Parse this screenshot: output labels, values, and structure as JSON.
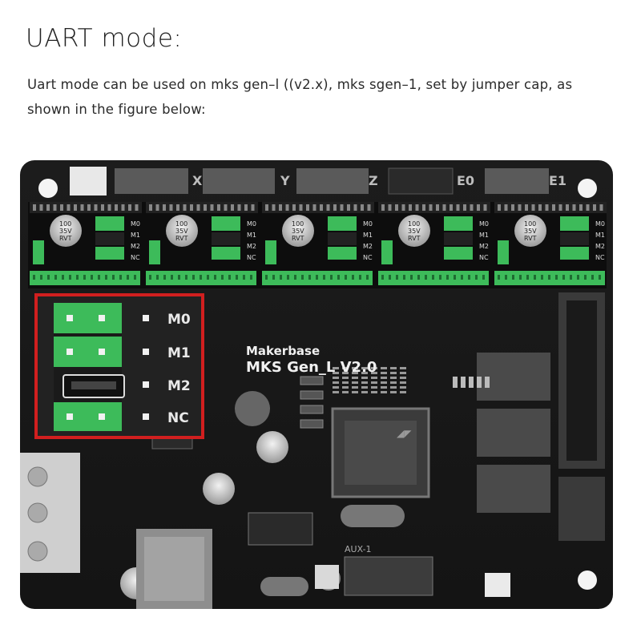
{
  "heading": "UART mode:",
  "description": "Uart mode can be used on mks gen–l ((v2.x), mks sgen–1, set by jumper cap, as shown in the figure below:",
  "board": {
    "brand": "Makerbase",
    "model": "MKS  Gen_L V2.0",
    "axis_labels": [
      "X",
      "Y",
      "Z",
      "E0",
      "E1"
    ],
    "driver_cap_label": [
      "100",
      "35V",
      "RVT"
    ],
    "pin_labels": [
      "M0",
      "M1",
      "M2",
      "NC"
    ],
    "aux_label": "AUX-1",
    "highlight_color": "#d11f1f",
    "jumper_green": "#3dbb5a"
  }
}
